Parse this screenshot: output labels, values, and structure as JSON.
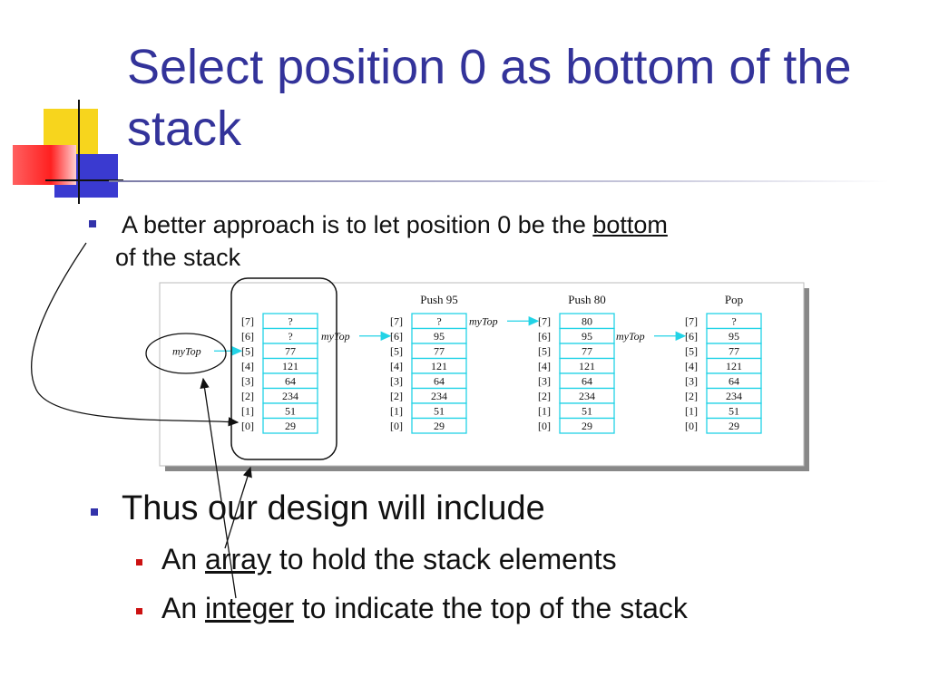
{
  "slide": {
    "title": "Select position 0 as bottom of the stack",
    "bullet1": {
      "before": "A better approach is to let position 0 be the ",
      "emph": "bottom",
      "after": " of the stack"
    },
    "bullet2": "Thus our design will include",
    "sub1": {
      "before": "An ",
      "emph": "array",
      "after": " to hold the stack elements"
    },
    "sub2": {
      "before": "An ",
      "emph": "integer",
      "after": " to indicate the top of the stack"
    }
  },
  "figure": {
    "pointer_label": "myTop",
    "indices": [
      "[7]",
      "[6]",
      "[5]",
      "[4]",
      "[3]",
      "[2]",
      "[1]",
      "[0]"
    ],
    "stacks": [
      {
        "caption": "",
        "cells": [
          "?",
          "?",
          "77",
          "121",
          "64",
          "234",
          "51",
          "29"
        ],
        "top_index": 5
      },
      {
        "caption": "Push 95",
        "cells": [
          "?",
          "95",
          "77",
          "121",
          "64",
          "234",
          "51",
          "29"
        ],
        "top_index": 6
      },
      {
        "caption": "Push 80",
        "cells": [
          "80",
          "95",
          "77",
          "121",
          "64",
          "234",
          "51",
          "29"
        ],
        "top_index": 7
      },
      {
        "caption": "Pop",
        "cells": [
          "?",
          "95",
          "77",
          "121",
          "64",
          "234",
          "51",
          "29"
        ],
        "top_index": 6
      }
    ]
  },
  "colors": {
    "title": "#33339a",
    "bullet_blue": "#3333aa",
    "bullet_red": "#cc1111",
    "cell_border": "#22d3e6",
    "arrow": "#22d3e6"
  }
}
